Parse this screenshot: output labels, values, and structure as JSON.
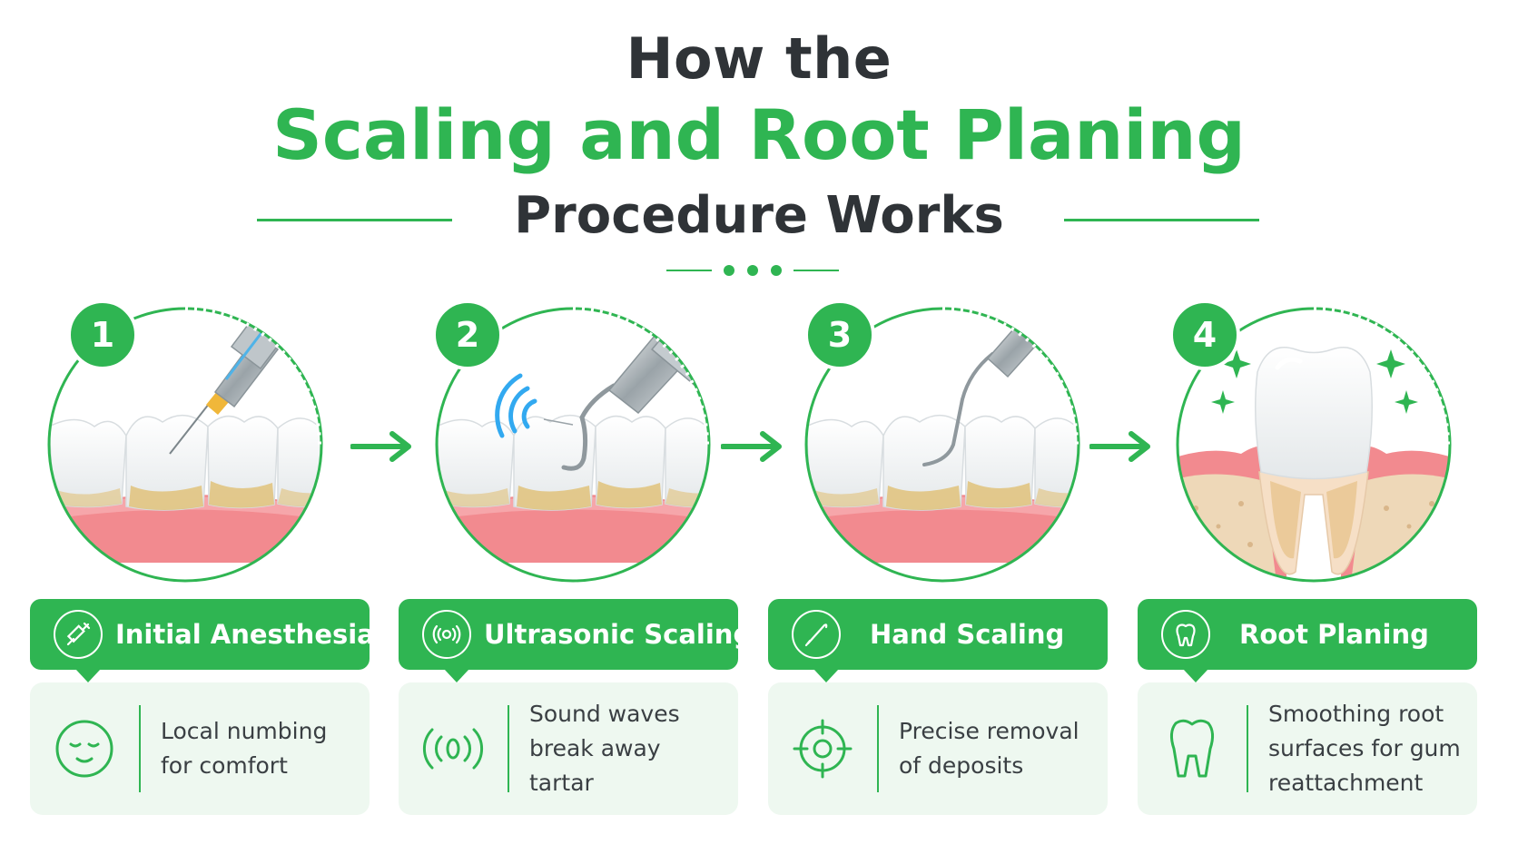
{
  "title": {
    "line1": "How the",
    "line2": "Scaling and Root Planing",
    "line3": "Procedure Works"
  },
  "colors": {
    "accent": "#2fb552",
    "heading": "#2f3337",
    "card_bg": "#eef8f0",
    "gum": "#f28a8f",
    "tartar": "#d9b86a"
  },
  "steps": [
    {
      "number": "1",
      "title": "Initial Anesthesia",
      "title_icon": "syringe-icon",
      "desc_icon": "relaxed-face-icon",
      "description": "Local numbing for comfort",
      "illustration": "syringe-at-gumline"
    },
    {
      "number": "2",
      "title": "Ultrasonic Scaling",
      "title_icon": "ultrasonic-icon",
      "desc_icon": "sound-waves-icon",
      "description": "Sound waves break away tartar",
      "illustration": "ultrasonic-scaler-on-tooth"
    },
    {
      "number": "3",
      "title": "Hand Scaling",
      "title_icon": "curette-icon",
      "desc_icon": "target-crosshair-icon",
      "description": "Precise removal of deposits",
      "illustration": "hand-scaler-on-tooth"
    },
    {
      "number": "4",
      "title": "Root Planing",
      "title_icon": "tooth-icon",
      "desc_icon": "tooth-outline-icon",
      "description": "Smoothing root surfaces for gum reattachment",
      "illustration": "clean-tooth-with-roots"
    }
  ]
}
